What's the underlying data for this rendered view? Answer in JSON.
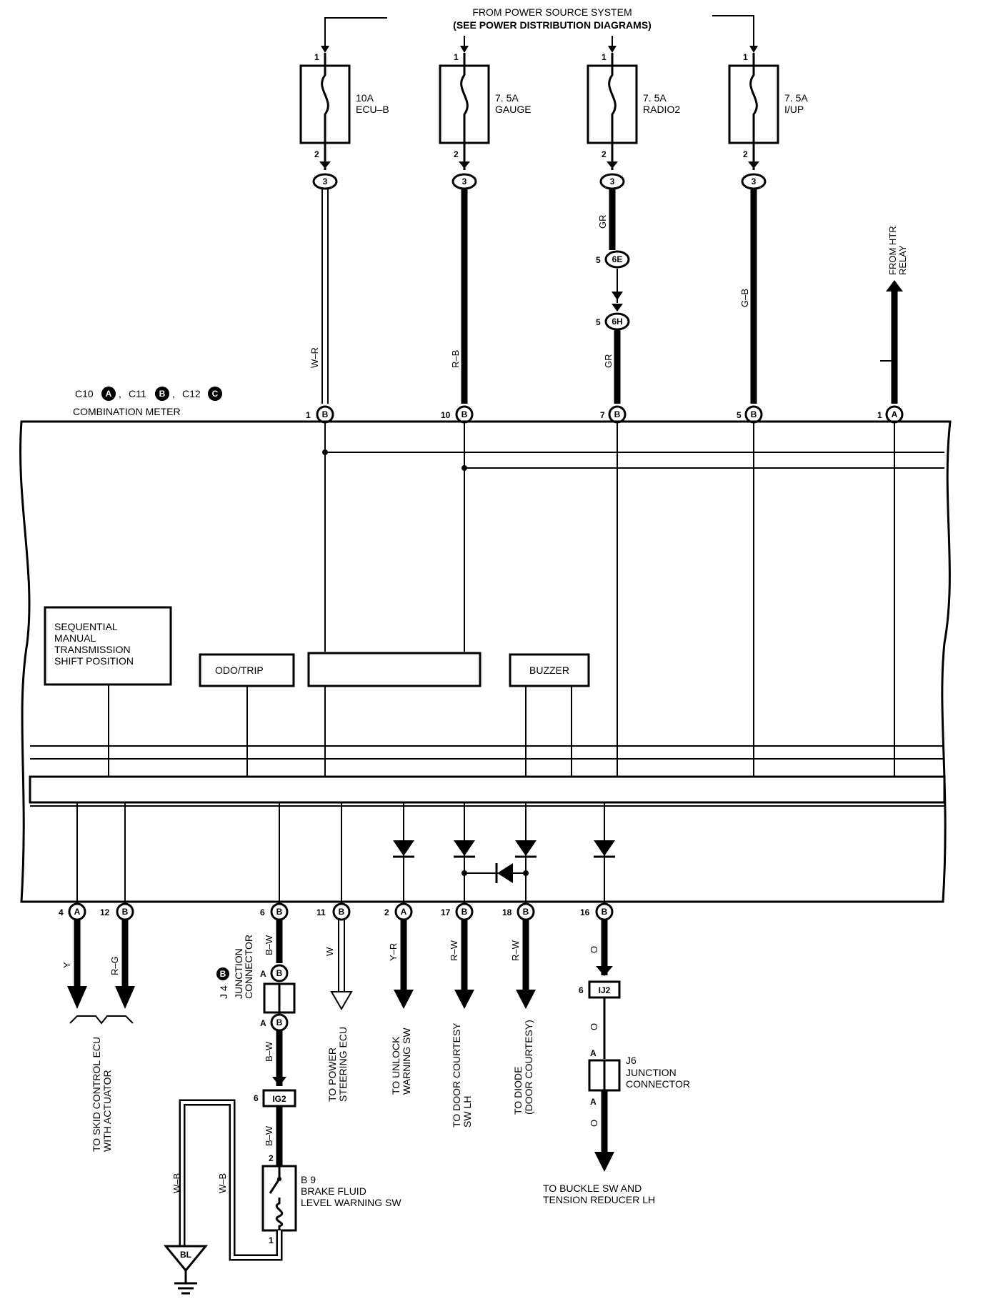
{
  "header": {
    "line1": "FROM POWER SOURCE SYSTEM",
    "line2": "(SEE POWER DISTRIBUTION DIAGRAMS)"
  },
  "fuses": [
    {
      "amp": "10A",
      "name": "ECU–B",
      "pin_top": "1",
      "pin_bottom": "2",
      "conn": "3"
    },
    {
      "amp": "7. 5A",
      "name": "GAUGE",
      "pin_top": "1",
      "pin_bottom": "2",
      "conn": "3"
    },
    {
      "amp": "7. 5A",
      "name": "RADIO2",
      "pin_top": "1",
      "pin_bottom": "2",
      "conn": "3"
    },
    {
      "amp": "7. 5A",
      "name": "I/UP",
      "pin_top": "1",
      "pin_bottom": "2",
      "conn": "3"
    }
  ],
  "wires_top": {
    "ecu_b": "W–R",
    "gauge": "R–B",
    "radio_upper": "GR",
    "radio_lower": "GR",
    "iup": "G–B"
  },
  "radio_connectors": [
    {
      "pin": "5",
      "id": "6E"
    },
    {
      "pin": "5",
      "id": "6H"
    }
  ],
  "htr_relay": {
    "line1": "FROM HTR",
    "line2": "RELAY"
  },
  "meter": {
    "c10": "C10",
    "c10_letter": "A",
    "c11": "C11",
    "c11_letter": "B",
    "c12": "C12",
    "c12_letter": "C",
    "sep": ",",
    "title": "COMBINATION METER"
  },
  "top_pins": [
    {
      "num": "1",
      "letter": "B"
    },
    {
      "num": "10",
      "letter": "B"
    },
    {
      "num": "7",
      "letter": "B"
    },
    {
      "num": "5",
      "letter": "B"
    },
    {
      "num": "1",
      "letter": "A"
    }
  ],
  "blocks": {
    "smt": [
      "SEQUENTIAL",
      "MANUAL",
      "TRANSMISSION",
      "SHIFT POSITION"
    ],
    "odo": "ODO/TRIP",
    "buzzer": "BUZZER"
  },
  "bottom_pins": [
    {
      "num": "4",
      "letter": "A"
    },
    {
      "num": "12",
      "letter": "B"
    },
    {
      "num": "6",
      "letter": "B"
    },
    {
      "num": "11",
      "letter": "B"
    },
    {
      "num": "2",
      "letter": "A"
    },
    {
      "num": "17",
      "letter": "B"
    },
    {
      "num": "18",
      "letter": "B"
    },
    {
      "num": "16",
      "letter": "B"
    }
  ],
  "wires_bottom": {
    "y": "Y",
    "rg": "R–G",
    "bw1": "B–W",
    "bw2": "B–W",
    "bw3": "B–W",
    "w": "W",
    "yr": "Y–R",
    "rw1": "R–W",
    "rw2": "R–W",
    "o1": "O",
    "o2": "O",
    "o3": "O",
    "wb1": "W–B",
    "wb2": "W–B"
  },
  "destinations": {
    "skid": [
      "TO SKID CONTROL ECU",
      "WITH ACTUATOR"
    ],
    "power_steering": [
      "TO POWER",
      "STEERING ECU"
    ],
    "unlock": [
      "TO UNLOCK",
      "WARNING SW"
    ],
    "door": [
      "TO DOOR COURTESY",
      "SW LH"
    ],
    "diode": [
      "TO DIODE",
      "(DOOR COURTESY)"
    ],
    "buckle": [
      "TO BUCKLE SW AND",
      "TENSION REDUCER LH"
    ]
  },
  "j4": {
    "code": "J 4",
    "letter": "B",
    "line1": "JUNCTION",
    "line2": "CONNECTOR",
    "pin": "A",
    "pin_letter": "B"
  },
  "ig2": {
    "pin": "6",
    "id": "IG2"
  },
  "ij2": {
    "pin": "6",
    "id": "IJ2"
  },
  "j6": {
    "code": "J6",
    "line1": "JUNCTION",
    "line2": "CONNECTOR",
    "pin": "A"
  },
  "b9": {
    "code": "B 9",
    "line1": "BRAKE FLUID",
    "line2": "LEVEL WARNING SW",
    "pin_top": "2",
    "pin_bottom": "1"
  },
  "ground": {
    "id": "BL"
  }
}
